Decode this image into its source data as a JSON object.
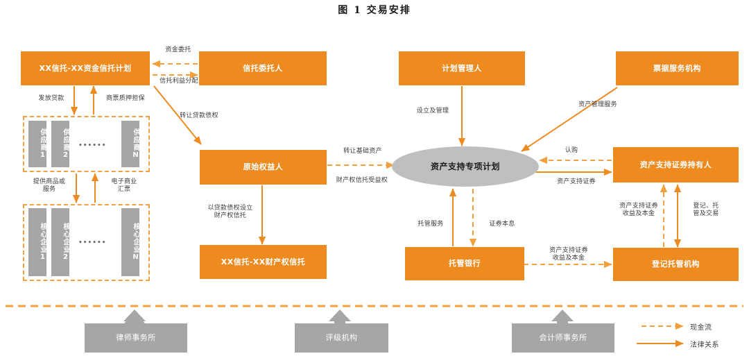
{
  "title": "图 1  交易安排",
  "colors": {
    "orange": "#ED8B20",
    "orange_dash": "#F0A03C",
    "gray_box": "#A6A6A6",
    "gray_ellipse": "#BFBFBF",
    "text_dark": "#3c3c3c",
    "background": "#FFFFFF"
  },
  "nodes": {
    "fund_trust_plan": "XX信托-XX资金信托计划",
    "trustor": "信托委托人",
    "supplier_1": "供应商1",
    "supplier_2": "供应商2",
    "supplier_n": "供应商N",
    "core_enterprise_1": "核心企业1",
    "core_enterprise_2": "核心企业2",
    "core_enterprise_n": "核心企业N",
    "originator": "原始权益人",
    "property_trust": "XX信托-XX财产权信托",
    "plan_manager": "计划管理人",
    "note_service_org": "票据服务机构",
    "abs_plan": "资产支持专项计划",
    "abs_holder": "资产支持证券持有人",
    "custodian_bank": "托管银行",
    "registration_custody_org": "登记托管机构",
    "law_firm": "律师事务所",
    "rating_agency": "评级机构",
    "accounting_firm": "会计师事务所",
    "ellipsis": "••••••"
  },
  "edge_labels": {
    "fund_entrust": "资金委托",
    "trust_benefit_distribution": "信托利益分配",
    "issue_loan": "发放贷款",
    "note_pledge_guarantee": "商票质押担保",
    "transfer_loan_claim": "转让贷款债权",
    "provide_goods_services": "提供商品或\n服务",
    "electronic_commercial_draft": "电子商业\n汇票",
    "establish_property_trust": "以贷款债权设立\n财产权信托",
    "transfer_underlying_asset": "转让基础资产",
    "property_trust_beneficiary_right": "财产权信托受益权",
    "establish_and_manage": "设立及管理",
    "asset_management_service": "资产管理服务",
    "subscribe": "认购",
    "asset_backed_securities": "资产支持证券",
    "custody_service": "托管服务",
    "securities_principal_interest": "证券本息",
    "abs_income_principal_left": "资产支持证券\n收益及本金",
    "abs_income_principal_right": "资产支持证券\n收益及本金",
    "register_custody_trade": "登记、托\n管及交易"
  },
  "legend": {
    "cash_flow": "现金流",
    "legal_relation": "法律关系"
  }
}
